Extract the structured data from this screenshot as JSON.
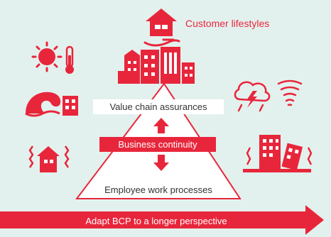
{
  "labels": {
    "customer_lifestyles": "Customer lifestyles",
    "value_chain": "Value chain assurances",
    "business_continuity": "Business continuity",
    "employee_work": "Employee work processes",
    "adapt_bcp": "Adapt BCP to a longer perspective"
  },
  "colors": {
    "accent": "#e8263b",
    "background": "#e3f1ee",
    "text": "#333333"
  },
  "icons": [
    "house-hand-icon",
    "city-icon",
    "sun-thermometer-icon",
    "tsunami-icon",
    "earthquake-house-icon",
    "storm-tornado-icon",
    "collapsing-buildings-icon"
  ]
}
